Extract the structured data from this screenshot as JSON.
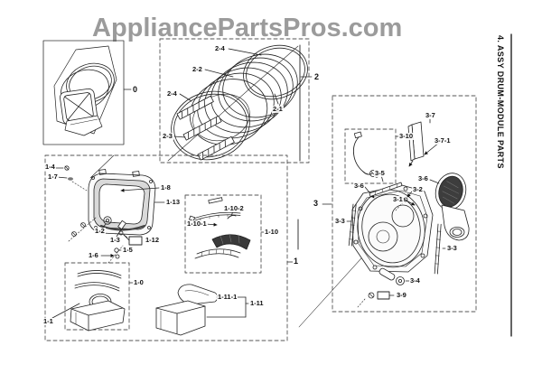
{
  "watermark": {
    "text": "AppliancePartsPros.com"
  },
  "title": {
    "text": "4. ASSY DRUM-MODULE PARTS"
  },
  "callouts": {
    "c0": "0",
    "c1": "1",
    "c2": "2",
    "c3": "3",
    "c1_0": "1-0",
    "c1_1": "1-1",
    "c1_2": "1-2",
    "c1_3": "1-3",
    "c1_4": "1-4",
    "c1_5": "1-5",
    "c1_6": "1-6",
    "c1_7": "1-7",
    "c1_8": "1-8",
    "c1_10": "1-10",
    "c1_10_1": "1-10-1",
    "c1_10_2": "1-10-2",
    "c1_11": "1-11",
    "c1_11_1": "1-11-1",
    "c1_12": "1-12",
    "c1_13": "1-13",
    "c2_1": "2-1",
    "c2_2": "2-2",
    "c2_3": "2-3",
    "c2_4a": "2-4",
    "c2_4b": "2-4",
    "c3_1": "3-1",
    "c3_2": "3-2",
    "c3_3a": "3-3",
    "c3_3b": "3-3",
    "c3_4": "3-4",
    "c3_5": "3-5",
    "c3_6a": "3-6",
    "c3_6b": "3-6",
    "c3_7": "3-7",
    "c3_7_1": "3-7-1",
    "c3_9": "3-9",
    "c3_10": "3-10"
  },
  "colors": {
    "watermark": "#9b9b9b",
    "ink": "#222222"
  }
}
